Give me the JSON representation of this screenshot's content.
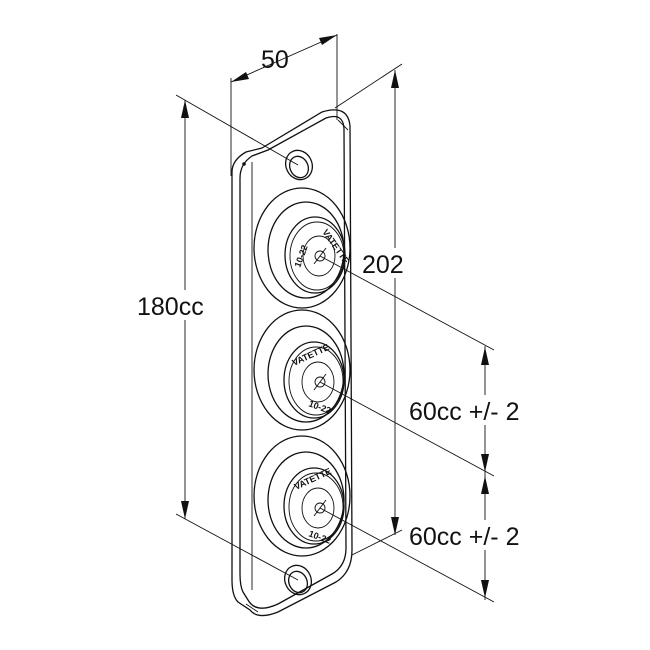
{
  "dimensions": {
    "width": "50",
    "height_total": "202",
    "hole_spacing": "180cc",
    "pitch_1": "60cc +/- 2",
    "pitch_2": "60cc +/- 2"
  },
  "valve_labels": {
    "brand": "VATETTE",
    "size": "10-22"
  },
  "colors": {
    "line": "#111111",
    "background": "#ffffff"
  }
}
